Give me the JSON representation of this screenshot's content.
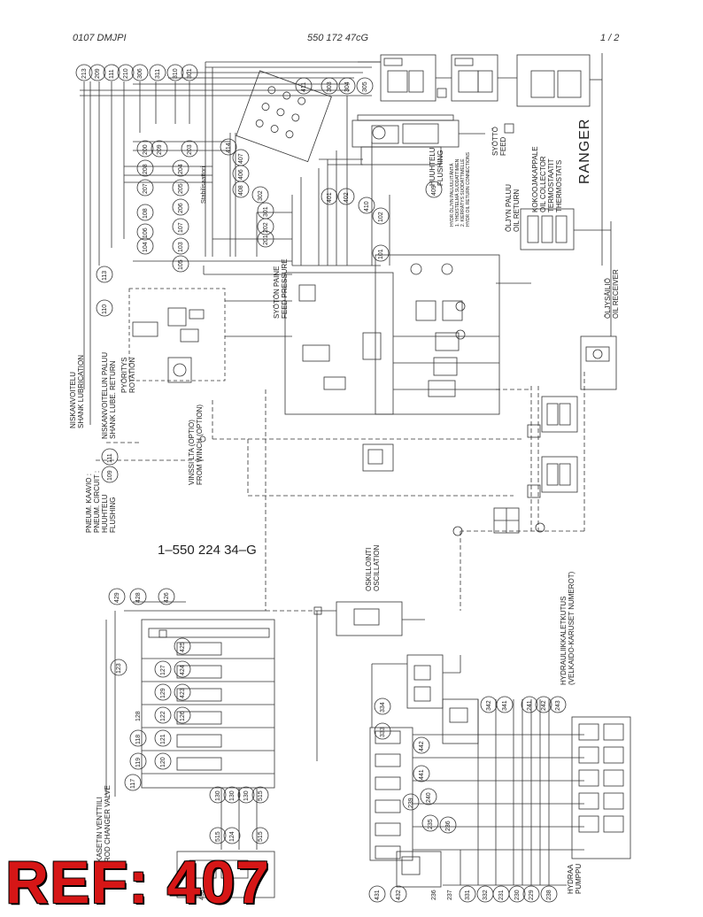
{
  "header": {
    "date_code": "0107 DMJPI",
    "doc_number": "550 172 47cG",
    "page": "1 /  2"
  },
  "drawing_id": "1–550 224 34–G",
  "watermark": "REF: 407",
  "brand": "RANGER",
  "labels": {
    "syotto_feed": [
      "SYÖTTÖ",
      "FEED"
    ],
    "huuhtelu_flushing": [
      "HUUHTELU",
      "FLUSHING"
    ],
    "oil_return_connections": [
      "HYDR.ÖLJYN PALUULIITÄNTÄ",
      "1. YHDISTELMÄ SUODATTIMIEN",
      "2. KIERRÄTYS SUODATTIMELLE",
      "HYDR.OIL RETURN CONNECTIONS"
    ],
    "oil_return": [
      "ÖLJYN PALUU",
      "OIL RETURN"
    ],
    "oil_collector": [
      "KOKOOJAKAPPALE",
      "OIL COLLECTOR",
      "TERMOSTAATIT",
      "THERMOSTATS"
    ],
    "stabilisator": "Stabilisaattori",
    "feed_pressure": [
      "SYÖTÖN PAINE",
      "FEED PRESSURE"
    ],
    "oil_receiver": [
      "ÖLJYSÄILIÖ",
      "OIL RECEIVER"
    ],
    "rotation": [
      "PYÖRITYS",
      "ROTATION"
    ],
    "shank_lube_return": [
      "NISKANVOITELUN PALUU",
      "SHANK LUBE. RETURN"
    ],
    "shank_lubrication": [
      "NISKANVOITELU",
      "SHANK LUBRICATION"
    ],
    "winch_option": [
      "VINSSI LTA (OPTIO)",
      "FROM WINCH (OPTION)"
    ],
    "pneum_circuit": [
      "PNEUM. KAAVIO :",
      "PNEUM. CIRCUIT :",
      "HUUHTELU",
      "FLUSHING"
    ],
    "oscillation": [
      "OSKILLOINTI",
      "OSCILLATION"
    ],
    "rod_changer_valve": [
      "KASETIN VENTTIILI",
      "ROD CHANGER VALVE"
    ],
    "hose_numbers": [
      "HYDRAULIIKKALETKUTUS",
      "(VELKAIDO-KARUSET NUMEROT)"
    ],
    "hydraulic_pump": [
      "HYDRAA",
      "PUMPPU"
    ]
  },
  "top_circles": [
    "213",
    "209",
    "111",
    "210",
    "306",
    "311",
    "310",
    "301"
  ],
  "mid_circles": [
    "411",
    "303",
    "304",
    "305",
    "414",
    "407",
    "406",
    "408",
    "302",
    "301",
    "202",
    "201",
    "401",
    "402",
    "410",
    "409",
    "102",
    "101",
    "104",
    "105",
    "103",
    "106",
    "107",
    "108",
    "207",
    "208",
    "206",
    "205",
    "204",
    "203",
    "209",
    "200"
  ],
  "left_circles": [
    "113",
    "110",
    "111",
    "109"
  ],
  "rod_changer_circles": [
    "429",
    "428",
    "426",
    "425",
    "424",
    "423",
    "122",
    "121",
    "120",
    "119",
    "118",
    "117",
    "130",
    "130",
    "130",
    "515",
    "515",
    "515",
    "129",
    "127",
    "126",
    "124",
    "123",
    "128",
    "430",
    "430"
  ],
  "right_group_circles": [
    "334",
    "333",
    "342",
    "341",
    "442",
    "441",
    "239",
    "240",
    "235",
    "236",
    "241",
    "242",
    "243",
    "431",
    "432",
    "331",
    "332",
    "231",
    "230",
    "229",
    "238",
    "237",
    "236"
  ]
}
